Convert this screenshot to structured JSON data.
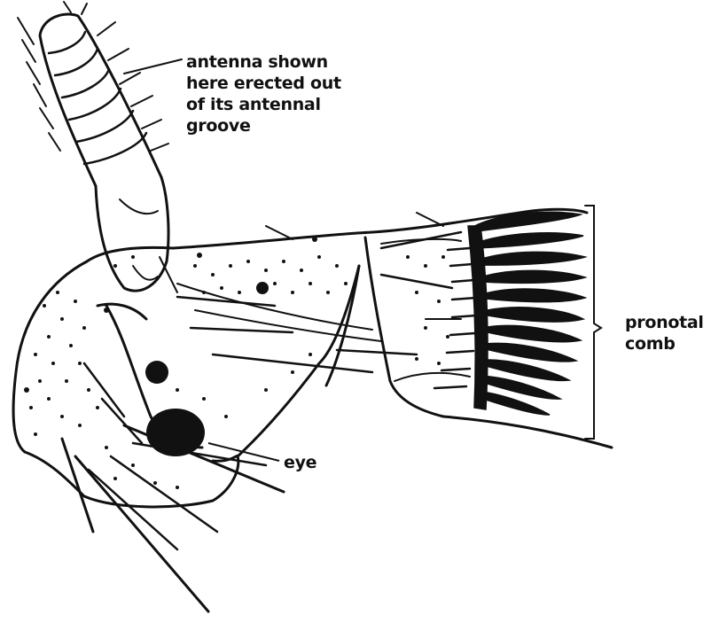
{
  "labels": {
    "antenna": {
      "line1": "antenna shown",
      "line2": "here erected out",
      "line3": "of its antennal",
      "line4": "groove"
    },
    "comb": {
      "line1": "pronotal",
      "line2": "comb"
    },
    "eye": "eye"
  },
  "colors": {
    "ink": "#111111",
    "background": "#ffffff"
  }
}
